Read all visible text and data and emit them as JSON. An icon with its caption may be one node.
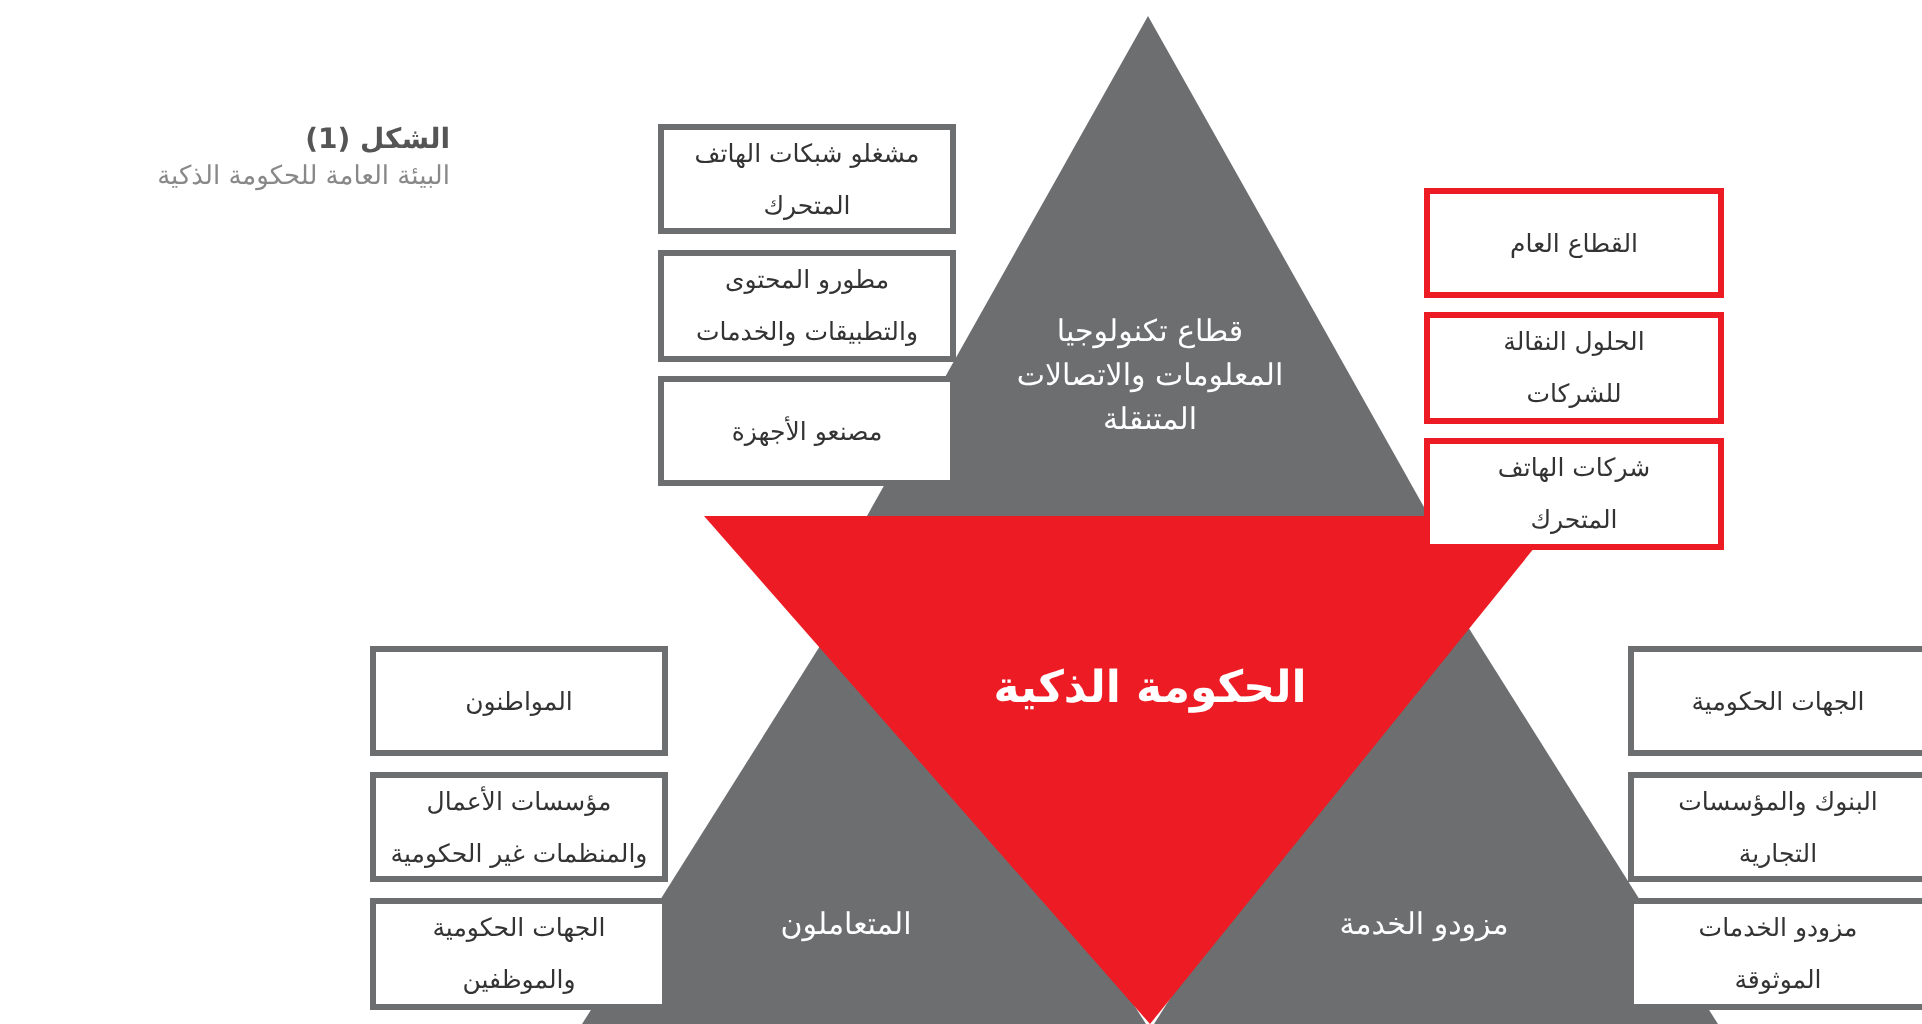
{
  "diagram": {
    "title": "الشكل (1)",
    "caption": "البيئة العامة للحكومة الذكية",
    "nodes": [
      {
        "text": [
          "مشغلو شبكات الهاتف المتحرك"
        ]
      },
      {
        "text": [
          "مطورو المحتوى والتطبيقات والخدمات"
        ]
      },
      {
        "text": [
          "مصنعو الأجهزة"
        ]
      },
      {
        "text": [
          "قطاع تكنولوجيا المعلومات والاتصالات المتنقلة"
        ]
      },
      {
        "text": [
          "القطاع العام"
        ]
      },
      {
        "text": [
          "الحلول النقالة للشركات"
        ]
      },
      {
        "text": [
          "شركات الهاتف المتحرك"
        ]
      },
      {
        "text": [
          "الحكومة الذكية"
        ]
      },
      {
        "text": [
          "المواطنون"
        ]
      },
      {
        "text": [
          "مؤسسات الأعمال والمنظمات غير الحكومية"
        ]
      },
      {
        "text": [
          "الجهات الحكومية والموظفين"
        ]
      },
      {
        "text": [
          "المتعاملون"
        ]
      },
      {
        "text": [
          "مزودو الخدمة"
        ]
      },
      {
        "text": [
          "الجهات الحكومية"
        ]
      },
      {
        "text": [
          "البنوك والمؤسسات التجارية"
        ]
      },
      {
        "text": [
          "مزودو الخدمات الموثوقة"
        ]
      }
    ]
  }
}
